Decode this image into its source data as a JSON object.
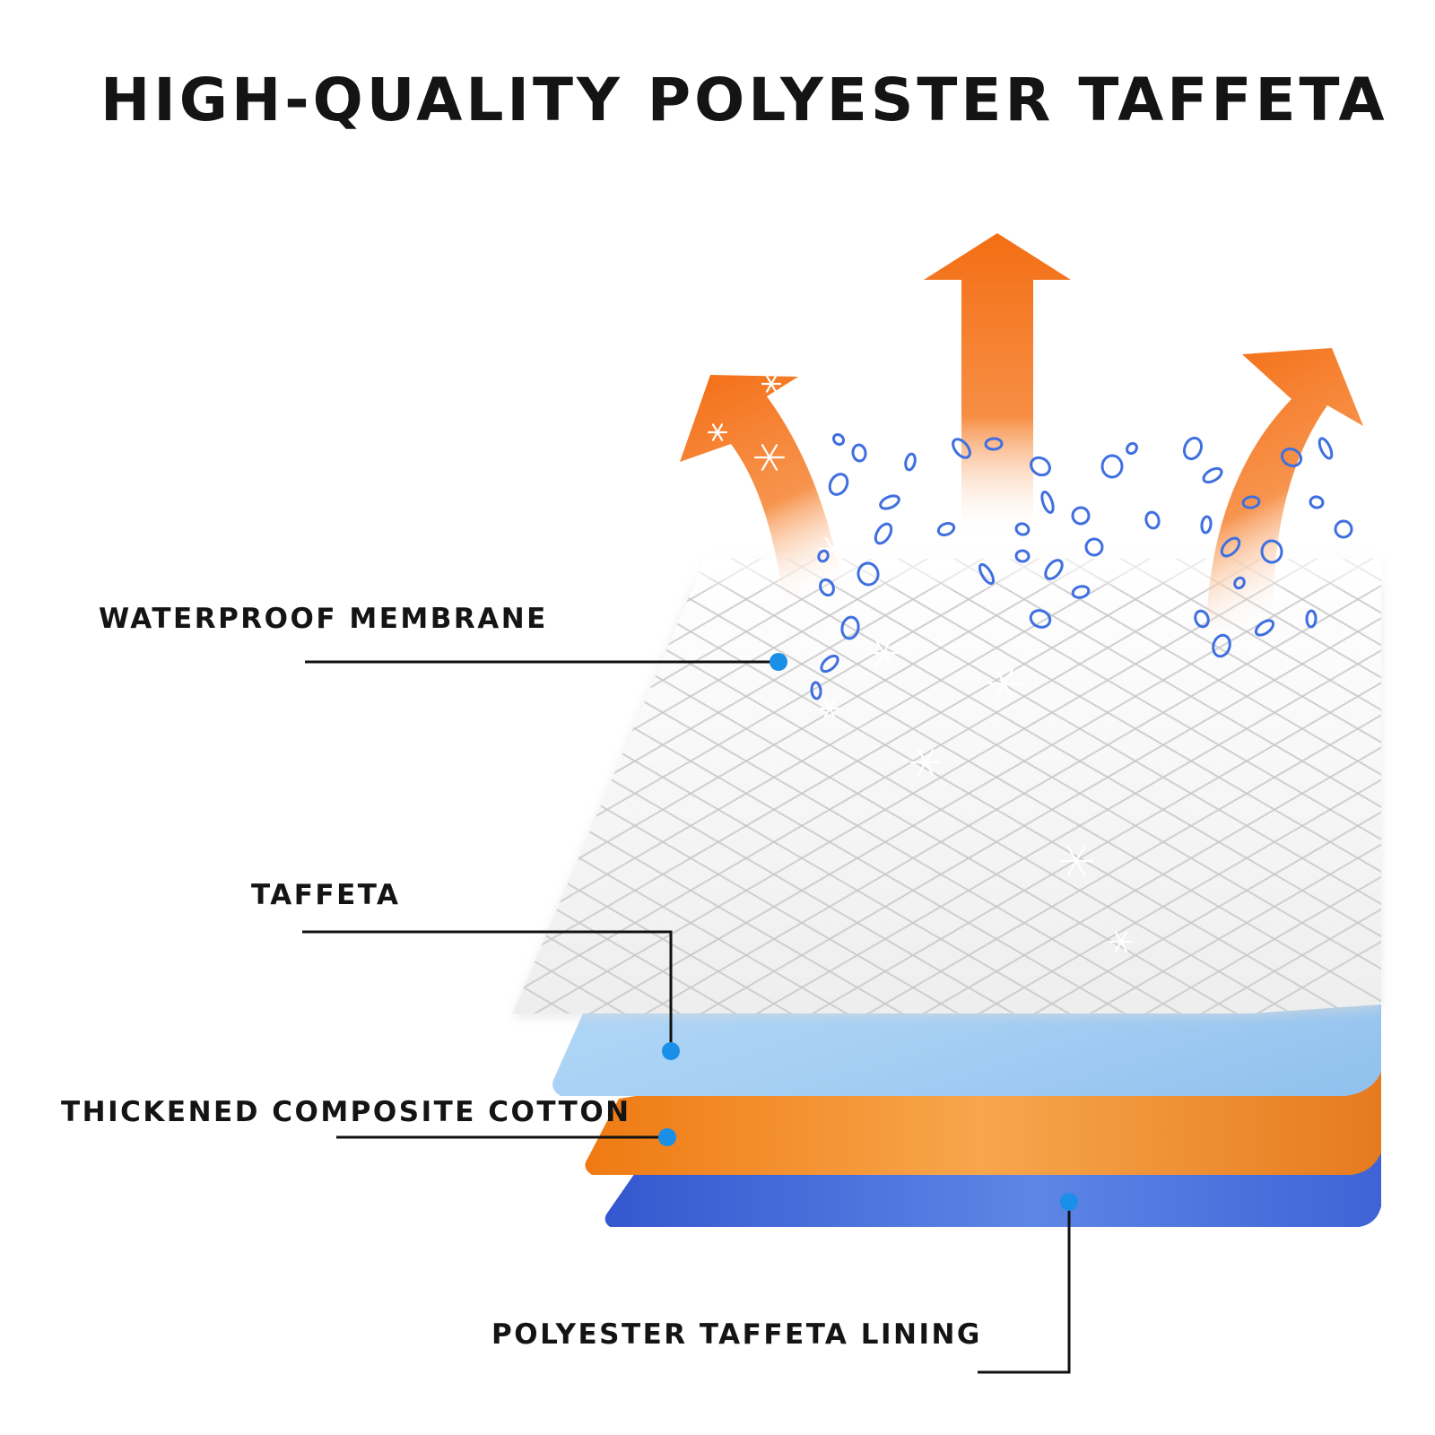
{
  "title": "HIGH-QUALITY POLYESTER TAFFETA",
  "layers": [
    {
      "id": "membrane",
      "label": "WATERPROOF MEMBRANE",
      "color": "#f2f2f2"
    },
    {
      "id": "taffeta",
      "label": "TAFFETA",
      "color": "#a8d2f5"
    },
    {
      "id": "cotton",
      "label": "THICKENED COMPOSITE COTTON",
      "color": "#f28a1e"
    },
    {
      "id": "lining",
      "label": "POLYESTER TAFFETA LINING",
      "color": "#3d64d8"
    }
  ],
  "colors": {
    "arrow": "#f4741c",
    "water_drop": "#3f6fe0",
    "callout_dot": "#1a8fe8",
    "leader_line": "#111111"
  },
  "icons": [
    "arrow-up-icon",
    "water-drop-icon",
    "snowflake-icon"
  ]
}
